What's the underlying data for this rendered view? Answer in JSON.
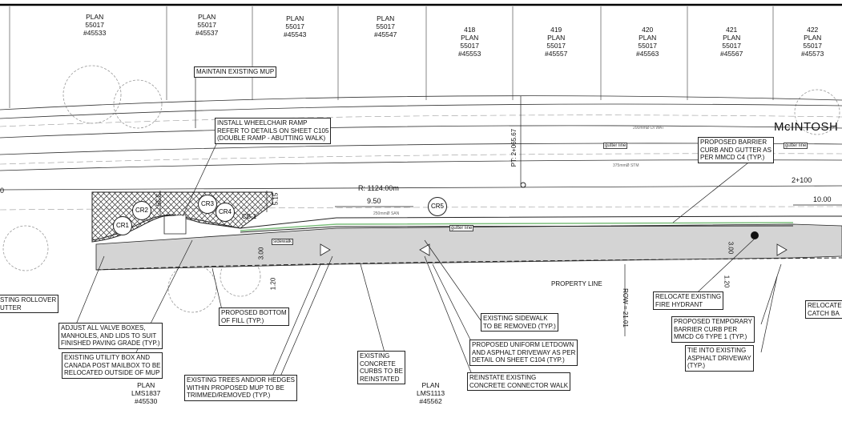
{
  "street_name": "McINTOSH",
  "plans_top": [
    {
      "text": "PLAN\n55017\n#45533"
    },
    {
      "text": "PLAN\n55017\n#45537"
    },
    {
      "text": "PLAN\n55017\n#45543"
    },
    {
      "text": "PLAN\n55017\n#45547"
    },
    {
      "text": "418\nPLAN\n55017\n#45553"
    },
    {
      "text": "419\nPLAN\n55017\n#45557"
    },
    {
      "text": "420\nPLAN\n55017\n#45563"
    },
    {
      "text": "421\nPLAN\n55017\n#45567"
    },
    {
      "text": "422\nPLAN\n55017\n#45573"
    }
  ],
  "plans_bottom": [
    {
      "text": "PLAN\nLMS1837\n#45530"
    },
    {
      "text": "PLAN\nLMS1113\n#45562"
    }
  ],
  "notes": {
    "maintain_mup": "MAINTAIN EXISTING MUP",
    "wheelchair_ramp": "INSTALL WHEELCHAIR RAMP\nREFER TO DETAILS ON SHEET C105\n(DOUBLE RAMP - ABUTTING WALK)",
    "barrier_curb": "PROPOSED BARRIER\nCURB AND GUTTER AS\nPER MMCD C4 (TYP.)",
    "rollover": "STING ROLLOVER\nUTTER",
    "valve_boxes": "ADJUST ALL VALVE BOXES,\nMANHOLES, AND LIDS TO SUIT\nFINISHED PAVING GRADE (TYP.)",
    "utility_box": "EXISTING UTILITY BOX AND\nCANADA POST MAILBOX TO BE\nRELOCATED OUTSIDE OF MUP",
    "bottom_fill": "PROPOSED BOTTOM\nOF FILL (TYP.)",
    "trees": "EXISTING TREES AND/OR HEDGES\nWITHIN PROPOSED MUP TO BE\nTRIMMED/REMOVED (TYP.)",
    "concrete_curbs": "EXISTING\nCONCRETE\nCURBS TO BE\nREINSTATED",
    "sidewalk": "EXISTING SIDEWALK\nTO BE REMOVED (TYP.)",
    "letdown": "PROPOSED UNIFORM LETDOWN\nAND ASPHALT DRIVEWAY AS PER\nDETAIL ON SHEET C104 (TYP.)",
    "connector_walk": "REINSTATE EXISTING\nCONCRETE CONNECTOR WALK",
    "fire_hydrant": "RELOCATE EXISTING\nFIRE HYDRANT",
    "temp_curb": "PROPOSED TEMPORARY\nBARRIER CURB PER\nMMCD C6 TYPE 1 (TYP.)",
    "asphalt_driveway": "TIE INTO EXISTING\nASPHALT DRIVEWAY\n(TYP.)",
    "catch_basin": "RELOCATE\nCATCH BA"
  },
  "labels": {
    "radius": "R: 1124.00m",
    "dim_950": "9.50",
    "dim_1000": "10.00",
    "station": "2+100",
    "station_left": "0",
    "pt": "PT: 2+065.67",
    "property_line": "PROPERTY LINE",
    "row": "ROW = 21.01",
    "cb1": "CB-1",
    "dim_335": "3.35",
    "dim_515": "5.15",
    "dim_300a": "3.00",
    "dim_300b": "3.00",
    "dim_120a": "1.20",
    "dim_120b": "1.20",
    "gutter_a": "gutter line",
    "gutter_b": "gutter line",
    "gutter_c": "gutter line",
    "sidewalk_tag": "sidewalk",
    "san": "250mmØ SAN",
    "stm": "375mmØ STM",
    "wat": "200mmØ DI WAT"
  },
  "curb_returns": [
    "CR1",
    "CR2",
    "CR3",
    "CR4",
    "CR5"
  ],
  "colors": {
    "line": "#222222",
    "mup_fill": "#d4d4d4",
    "hatch": "#333333",
    "green": "#7cbf7c",
    "light": "#9a9a9a"
  }
}
